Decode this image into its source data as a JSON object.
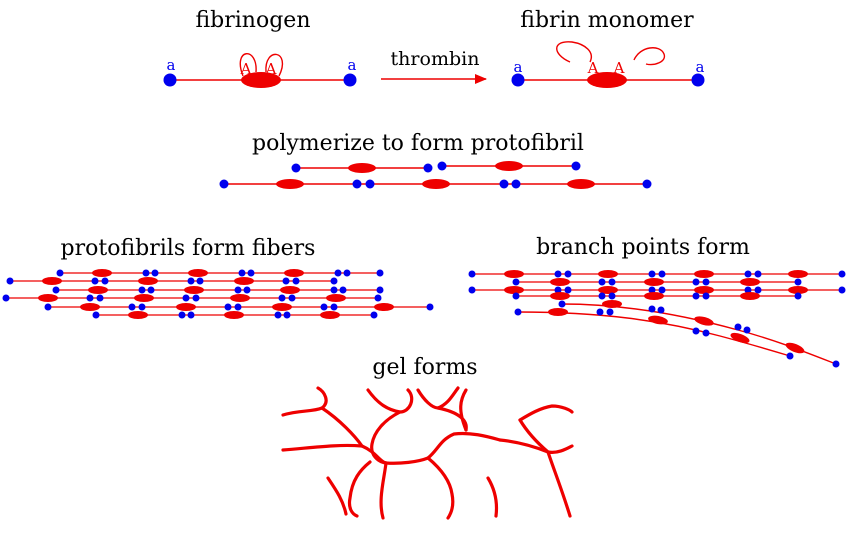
{
  "colors": {
    "red": "#ee0000",
    "blue": "#0000ee",
    "black": "#000000"
  },
  "titles": {
    "fibrinogen": "fibrinogen",
    "fibrin_monomer": "fibrin monomer",
    "thrombin": "thrombin",
    "protofibril": "polymerize to form protofibril",
    "fibers": "protofibrils form fibers",
    "branch": "branch points form",
    "gel": "gel forms"
  },
  "site_labels": {
    "a": "a",
    "A": "A"
  }
}
